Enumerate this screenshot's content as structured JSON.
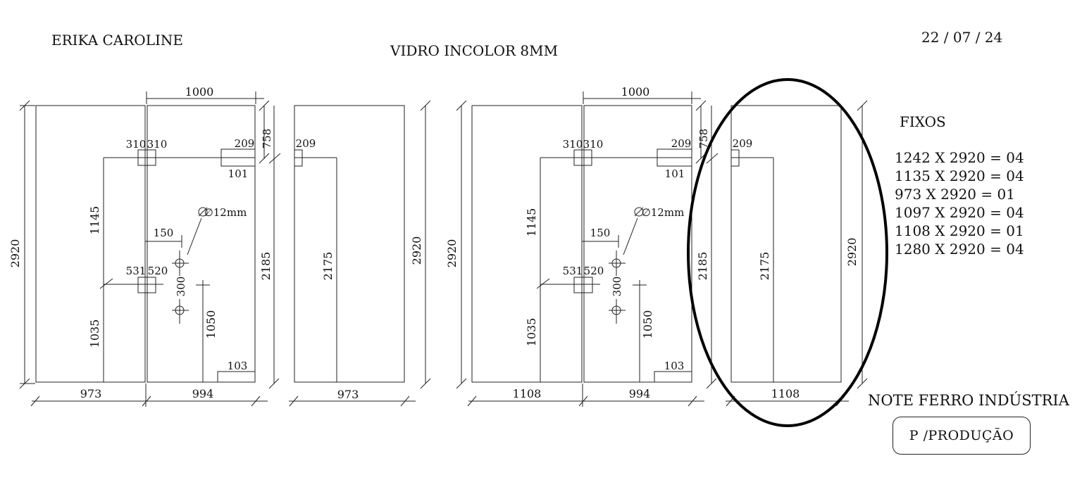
{
  "header": {
    "client": "ERIKA CAROLINE",
    "material": "VIDRO INCOLOR 8MM",
    "date": "22 / 07 / 24"
  },
  "fixos": {
    "title": "FIXOS",
    "items": [
      "1242 X 2920 = 04",
      "1135 X 2920 = 04",
      "973 X 2920 = 01",
      "1097 X 2920 = 04",
      "1108 X 2920 = 01",
      "1280 X 2920 = 04"
    ]
  },
  "company": "NOTE FERRO INDÚSTRIA",
  "production_button": "P /PRODUÇÃO",
  "drawings": {
    "left": {
      "overall_height": "2920",
      "top_width": "1000",
      "hinge_left": "310",
      "hinge_right": "310",
      "lock_width": "209",
      "lock_height": "101",
      "top_offset": "758",
      "upper_height": "1145",
      "hole_label": "∅12mm",
      "hole_offset": "150",
      "mid_left": "531",
      "mid_right": "520",
      "hole_spacing": "300",
      "lower_height": "1035",
      "handle_height": "1050",
      "door_height": "2185",
      "corner": "103",
      "bottom_left": "973",
      "bottom_right": "994",
      "side_lock": "209",
      "side_height": "2175",
      "side_overall": "2920",
      "side_bottom": "973"
    },
    "right": {
      "overall_height": "2920",
      "top_width": "1000",
      "hinge_left": "310",
      "hinge_right": "310",
      "lock_width": "209",
      "lock_height": "101",
      "top_offset": "758",
      "upper_height": "1145",
      "hole_label": "∅12mm",
      "hole_offset": "150",
      "mid_left": "531",
      "mid_right": "520",
      "hole_spacing": "300",
      "lower_height": "1035",
      "handle_height": "1050",
      "door_height": "2185",
      "corner": "103",
      "bottom_left": "1108",
      "bottom_right": "994",
      "side_lock": "209",
      "side_height": "2175",
      "side_overall": "2920",
      "side_bottom": "1108"
    }
  }
}
